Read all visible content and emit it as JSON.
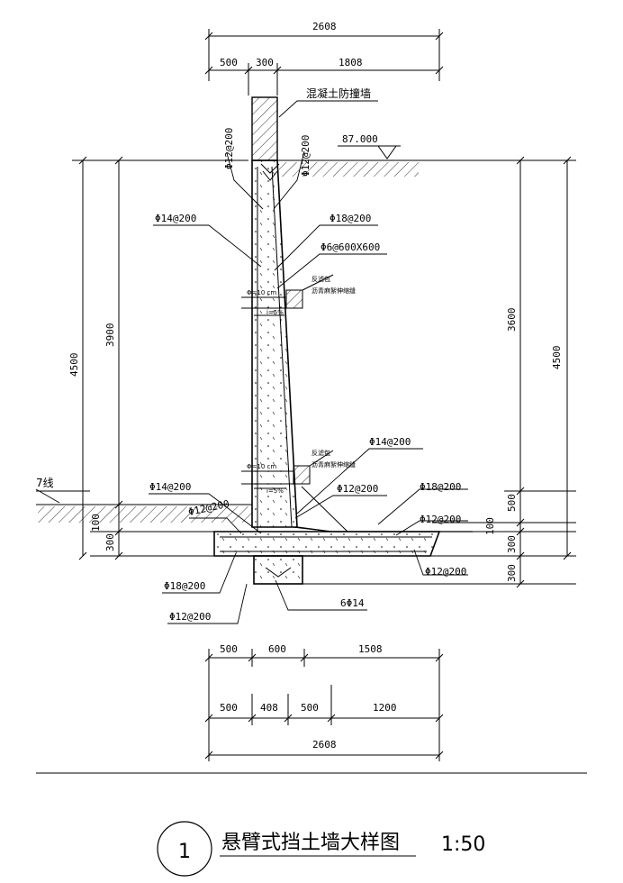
{
  "top_dims": {
    "overall": "2608",
    "a": "500",
    "b": "300",
    "c": "1808"
  },
  "bottom_dims": {
    "row1": [
      "500",
      "600",
      "1508"
    ],
    "row2": [
      "500",
      "408",
      "500",
      "1200"
    ],
    "overall": "2608"
  },
  "left_dims": {
    "total": "4500",
    "wall": "3900",
    "d100": "100",
    "d300": "300"
  },
  "right_dims": {
    "h3600": "3600",
    "total": "4500",
    "d500": "500",
    "d100": "100",
    "d300a": "300",
    "d300b": "300"
  },
  "elevation": "87.000",
  "labels": {
    "barrier": "混凝土防撞墙",
    "l_phi12_200_a": "Φ12@200",
    "l_phi12_200_b": "Φ12@200",
    "l_phi14_200_top": "Φ14@200",
    "l_phi18_200_top": "Φ18@200",
    "l_phi6": "Φ6@600X600",
    "l_phi14_200_mid": "Φ14@200",
    "l_phi12_200_mid": "Φ12@200",
    "l_phi14_200_left": "Φ14@200",
    "l_phi12_200_left": "Φ12@200",
    "l_phi18_200_right": "Φ18@200",
    "l_phi12_200_right1": "Φ12@200",
    "l_phi12_200_right2": "Φ12@200",
    "l_phi18_200_bottom": "Φ18@200",
    "l_phi12_200_bottom": "Φ12@200",
    "l_6phi14": "6Φ14",
    "l_drain": "7线"
  },
  "small_notes": {
    "note1a": "反滤包",
    "note1b": "沥青麻絮伸缩缝",
    "note2a": "反滤包",
    "note2b": "沥青麻絮伸缩缝",
    "pipe1": "Φ=10 cm",
    "pipe2": "Φ=10 cm",
    "slope1": "i=5%",
    "slope2": "i=5%"
  },
  "title": {
    "number": "1",
    "name": "悬臂式挡土墙大样图",
    "scale": "1:50"
  }
}
